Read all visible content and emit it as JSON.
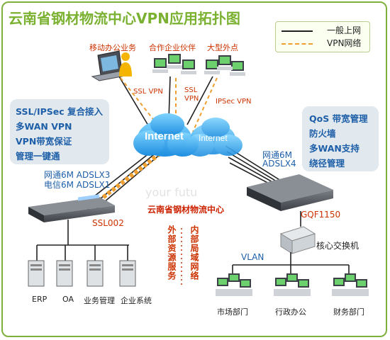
{
  "title": "云南省钢材物流中心VPN应用拓扑图",
  "legend": {
    "solid_label": "一般上网",
    "dashed_label": "VPN网络"
  },
  "colors": {
    "border": "#7fb03c",
    "title": "#7bb131",
    "vpn_line": "#f0a030",
    "net_line": "#222222",
    "label_blue": "#1e5fa8",
    "label_red": "#cc3300"
  },
  "top_labels": {
    "mobile": "移动办公业务",
    "partner": "合作企业伙伴",
    "outlet": "大型外点"
  },
  "vpn_labels": {
    "ssl_vpn_left": "SSL VPN",
    "ssl_top": "SSL",
    "vpn_below": "VPN",
    "ipsec_vpn": "IPSec VPN"
  },
  "left_box": [
    "SSL/IPSec 复合接入",
    "多WAN VPN",
    "VPN带宽保证",
    "管理一键通"
  ],
  "right_box": [
    "QoS 带宽管理",
    "防火墙",
    "多WAN支持",
    "绕径管理"
  ],
  "clouds": {
    "left": "Internet",
    "right": "Internet"
  },
  "links": {
    "left_line1": "网通6M ADSLX3",
    "left_line2": "电信6M ADSLX1",
    "right_line1": "网通6M",
    "right_line2": "ADSLX4"
  },
  "devices": {
    "left_router": "SSL002",
    "right_router": "GQF1150",
    "core_switch": "核心交换机"
  },
  "center_label": "云南省钢材物流中心",
  "vertical_labels": {
    "external": "外部资源服务",
    "internal": "内部局域网络"
  },
  "servers": [
    "ERP",
    "OA",
    "业务管理",
    "企业系统"
  ],
  "vlan_label": "VLAN",
  "departments": [
    "市场部门",
    "行政办公",
    "财务部门"
  ],
  "watermark": "your futu"
}
